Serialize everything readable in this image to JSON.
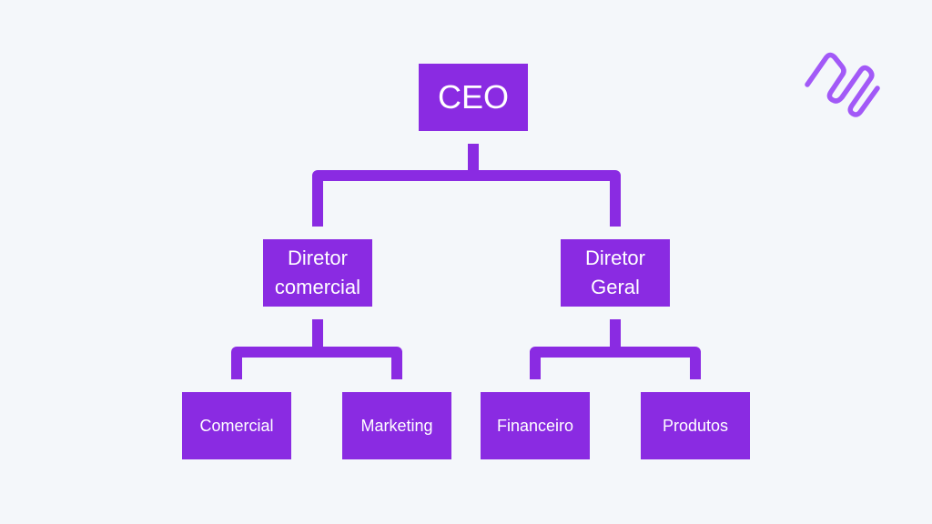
{
  "colors": {
    "background": "#f4f7fa",
    "box": "#8a2be2",
    "connector": "#8a2be2",
    "text": "#ffffff",
    "logo": "#a259f7"
  },
  "logo": {
    "icon": "brand-logo-icon"
  },
  "org_chart": {
    "top": {
      "label": "CEO"
    },
    "directors": [
      {
        "label": "Diretor\ncomercial",
        "departments": [
          "Comercial",
          "Marketing"
        ]
      },
      {
        "label": "Diretor\nGeral",
        "departments": [
          "Financeiro",
          "Produtos"
        ]
      }
    ]
  }
}
